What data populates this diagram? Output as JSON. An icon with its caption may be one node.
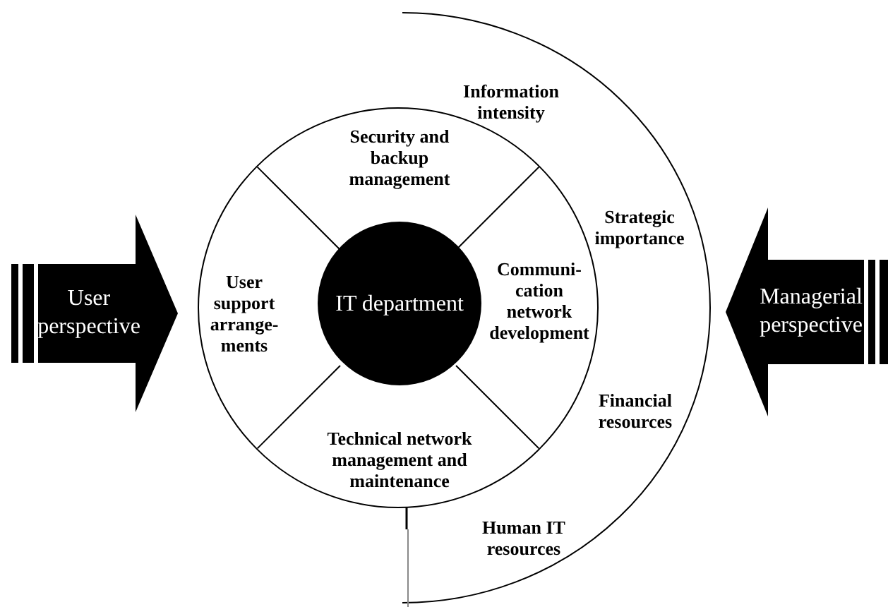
{
  "diagram": {
    "nodes": [
      {
        "text": [
          "User perspective"
        ]
      },
      {
        "text": [],
        "shape": "circle"
      },
      {
        "text": [
          "IT department"
        ],
        "in": 1
      },
      {
        "text": [
          "Security and backup management"
        ],
        "in": 1
      },
      {
        "text": [
          "User support arrange- ments"
        ],
        "in": 1
      },
      {
        "text": [
          "Communi- cation network development"
        ],
        "in": 1
      },
      {
        "text": [
          "Technical network management and maintenance"
        ],
        "in": 1
      },
      {
        "text": [
          "Managerial perspective"
        ]
      }
    ],
    "labels": [
      "Information intensity",
      "Strategic importance",
      "Financial resources",
      "Human IT resources"
    ]
  }
}
